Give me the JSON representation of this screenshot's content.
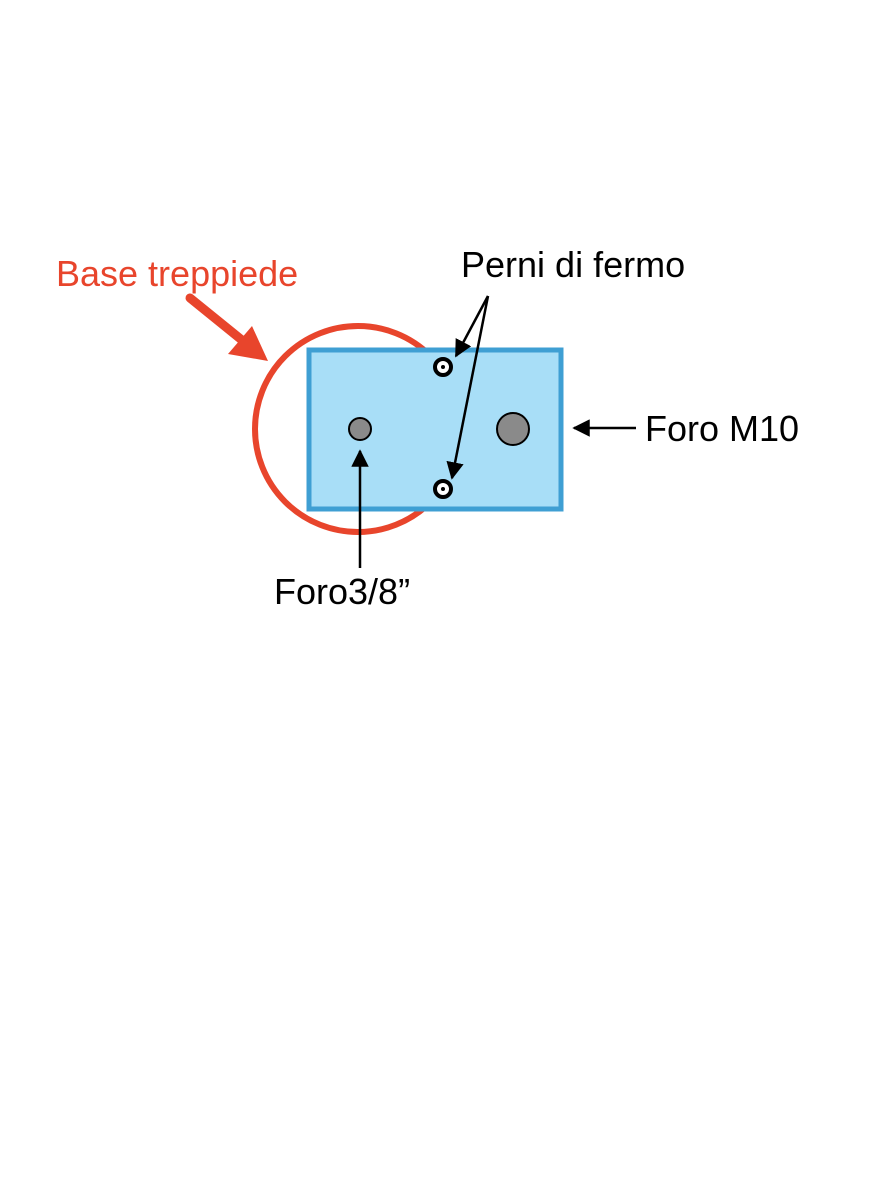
{
  "labels": {
    "tripod_base": "Base treppiede",
    "locking_pins": "Perni di fermo",
    "hole_m10": "Foro M10",
    "hole_3_8": "Foro3/8”"
  },
  "colors": {
    "tripod_base": "#e8452c",
    "plate_fill": "#a8def7",
    "plate_stroke": "#3f9fd3",
    "hole_fill": "#8a8a8a",
    "ink": "#000000"
  }
}
